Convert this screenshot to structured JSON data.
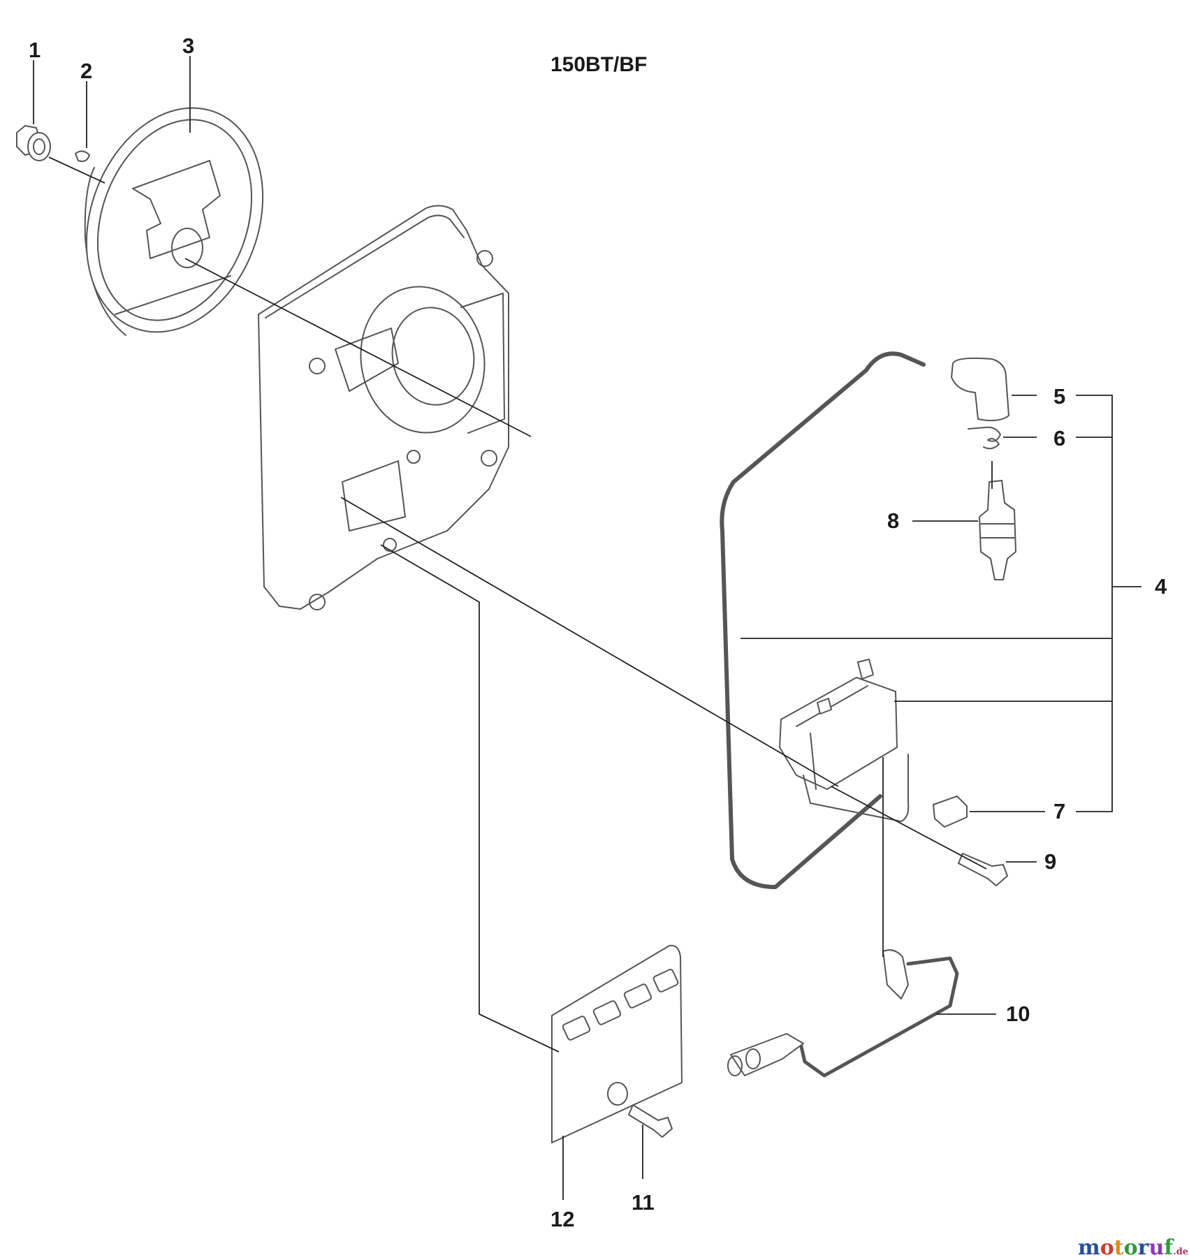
{
  "diagram": {
    "model_title": "150BT/BF",
    "parts": [
      {
        "num": "1",
        "name": "nut"
      },
      {
        "num": "2",
        "name": "key"
      },
      {
        "num": "3",
        "name": "flywheel"
      },
      {
        "num": "4",
        "name": "ignition-kit"
      },
      {
        "num": "5",
        "name": "spark-plug-cap"
      },
      {
        "num": "6",
        "name": "spring"
      },
      {
        "num": "7",
        "name": "plug"
      },
      {
        "num": "8",
        "name": "spark-plug"
      },
      {
        "num": "9",
        "name": "screw"
      },
      {
        "num": "10",
        "name": "cable"
      },
      {
        "num": "11",
        "name": "screw"
      },
      {
        "num": "12",
        "name": "cover"
      }
    ]
  },
  "watermark": {
    "letters": [
      {
        "ch": "m",
        "color": "#2a4d9c"
      },
      {
        "ch": "o",
        "color": "#d13a2a"
      },
      {
        "ch": "t",
        "color": "#e08a1e"
      },
      {
        "ch": "o",
        "color": "#2f9a3c"
      },
      {
        "ch": "r",
        "color": "#2a4d9c"
      },
      {
        "ch": "u",
        "color": "#8a3ab0"
      },
      {
        "ch": "f",
        "color": "#2f9a3c"
      }
    ],
    "domain": ".de"
  },
  "colors": {
    "line": "#222222",
    "part_stroke": "#555555",
    "part_fill": "#ffffff"
  }
}
